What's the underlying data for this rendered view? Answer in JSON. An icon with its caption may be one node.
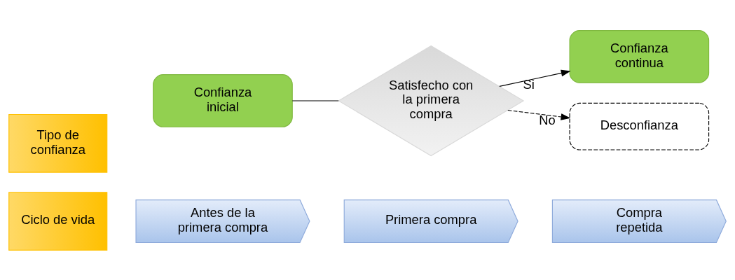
{
  "diagram": {
    "nodes": [
      {
        "text": [
          "Ciclo de vida"
        ]
      },
      {
        "text": [
          "Antes de la primera compra"
        ]
      },
      {
        "text": [
          "Primera compra"
        ]
      },
      {
        "text": [
          "Compra repetida"
        ]
      },
      {
        "text": [
          "Tipo de confianza"
        ]
      },
      {
        "text": [
          "Confianza inicial"
        ]
      },
      {
        "text": [
          "Satisfecho con la primera compra"
        ]
      },
      {
        "text": [
          "Confianza continua"
        ]
      },
      {
        "text": [
          "Desconfianza"
        ]
      }
    ],
    "edges": [
      {
        "from": 5,
        "to": 6,
        "arrow": "none"
      },
      {
        "from": 6,
        "to": 7,
        "arrow": "to",
        "label": "Si"
      },
      {
        "from": 6,
        "to": 8,
        "arrow": "to",
        "label": "No",
        "style": "dashed"
      }
    ]
  }
}
